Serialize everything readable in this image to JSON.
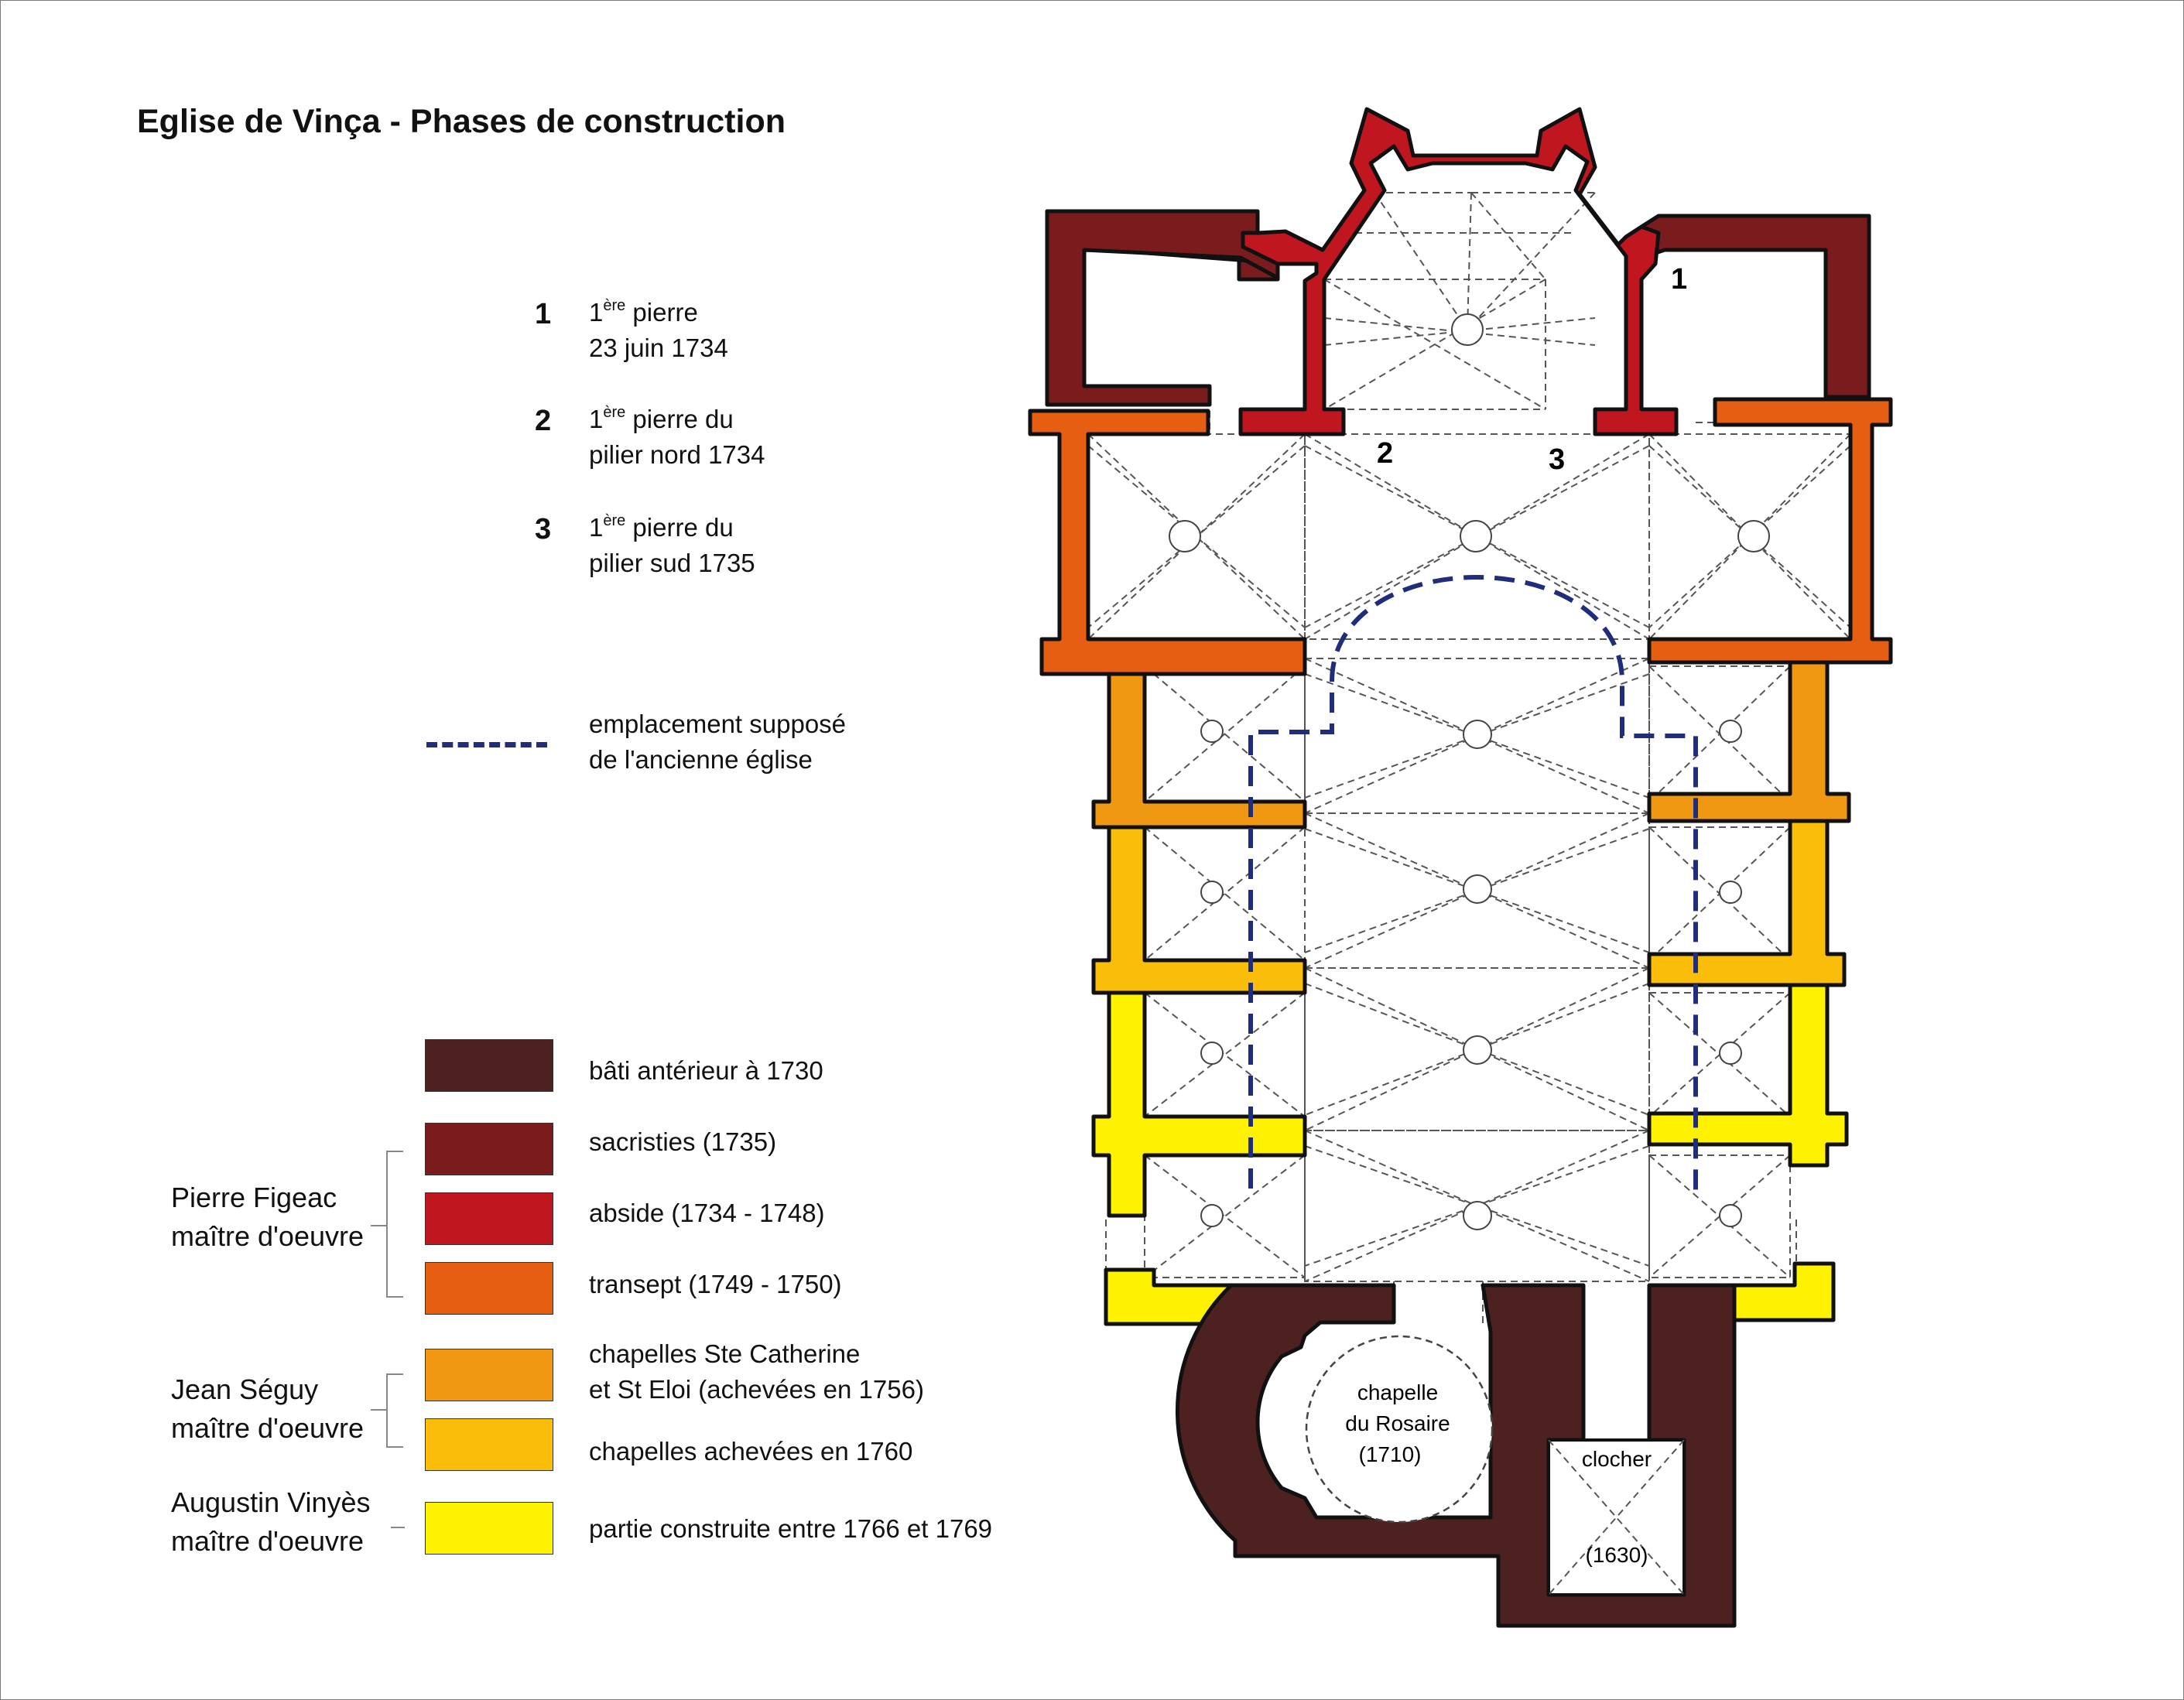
{
  "title": "Eglise de Vinça - Phases de construction",
  "markers": [
    {
      "number": "1",
      "sup": "ère",
      "line1": " pierre",
      "line2": "23 juin 1734"
    },
    {
      "number": "2",
      "sup": "ère",
      "line1": " pierre du",
      "line2": "pilier nord 1734"
    },
    {
      "number": "3",
      "sup": "ère",
      "line1": " pierre du",
      "line2": "pilier sud 1735"
    }
  ],
  "dashed_legend": {
    "line1": "emplacement supposé",
    "line2": "de l'ancienne église",
    "color": "#1f2d7a"
  },
  "phases": [
    {
      "label": "bâti antérieur à 1730",
      "color": "#4e2121"
    },
    {
      "label": "sacristies (1735)",
      "color": "#7a1c1e"
    },
    {
      "label": "abside (1734 - 1748)",
      "color": "#c0161f"
    },
    {
      "label": "transept (1749 - 1750)",
      "color": "#e65e12"
    },
    {
      "label": "chapelles Ste Catherine",
      "label2": "et St Eloi (achevées en  1756)",
      "color": "#f09812"
    },
    {
      "label": "chapelles achevées en 1760",
      "color": "#fabd0a"
    },
    {
      "label": "partie construite entre 1766 et 1769",
      "color": "#fff200"
    }
  ],
  "architects": [
    {
      "name": "Pierre Figeac",
      "role": "maître d'oeuvre"
    },
    {
      "name": "Jean Séguy",
      "role": "maître d'oeuvre"
    },
    {
      "name": "Augustin Vinyès",
      "role": "maître d'oeuvre"
    }
  ],
  "plan": {
    "marker_labels": [
      "1",
      "2",
      "3"
    ],
    "chapelle": {
      "line1": "chapelle",
      "line2": "du Rosaire",
      "line3": "(1710)"
    },
    "clocher": {
      "label": "clocher",
      "year": "(1630)"
    }
  }
}
